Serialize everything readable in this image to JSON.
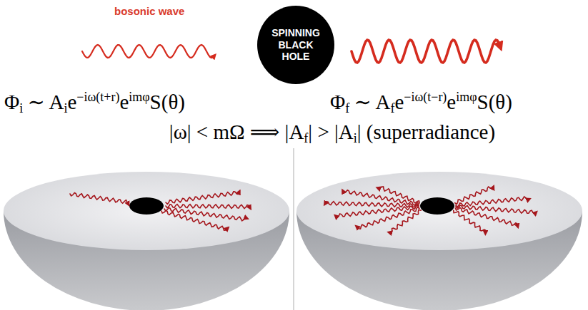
{
  "diagram": {
    "nodes": [
      {
        "text": [
          "SPINNING BLACK HOLE"
        ]
      }
    ],
    "labels": [
      "bosonic wave",
      "Φ",
      "i",
      "∼ A",
      "i",
      "e",
      "−iω(t+r)",
      "e",
      "imφ",
      "S(θ)",
      "Φ",
      "f",
      "∼ A",
      "f",
      "e",
      "−iω(t−r)",
      "e",
      "imφ",
      "S(θ)",
      "|ω| < mΩ ⟹ |A",
      "f",
      "| > |A",
      "i",
      "| (superradiance)"
    ]
  }
}
